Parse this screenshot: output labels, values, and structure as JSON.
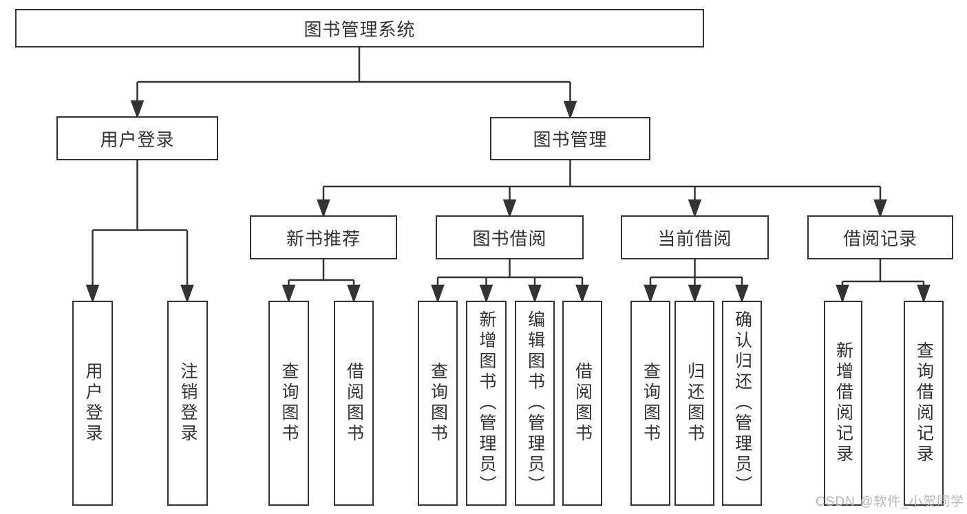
{
  "diagram_type": "hierarchy-tree",
  "colors": {
    "line": "#333333",
    "node_border": "#333333",
    "node_background": "#ffffff",
    "text": "#333333",
    "watermark": "#b0b0b0",
    "page_background": "#ffffff"
  },
  "tree": {
    "root": "图书管理系统",
    "children": [
      {
        "label": "用户登录",
        "children": [
          "用户登录",
          "注销登录"
        ]
      },
      {
        "label": "图书管理",
        "children": [
          {
            "label": "新书推荐",
            "children": [
              "查询图书",
              "借阅图书"
            ]
          },
          {
            "label": "图书借阅",
            "children": [
              "查询图书",
              "新增图书（管理员）",
              "编辑图书（管理员）",
              "借阅图书"
            ]
          },
          {
            "label": "当前借阅",
            "children": [
              "查询图书",
              "归还图书",
              "确认归还（管理员）"
            ]
          },
          {
            "label": "借阅记录",
            "children": [
              "新增借阅记录",
              "查询借阅记录"
            ]
          }
        ]
      }
    ]
  },
  "watermark": {
    "text": "CSDN @软件_小贺同学"
  }
}
